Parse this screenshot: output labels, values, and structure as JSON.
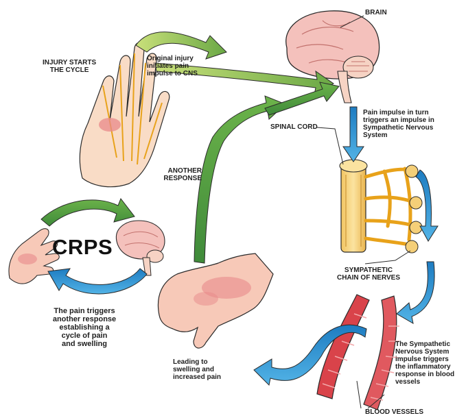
{
  "labels": {
    "injury_starts": [
      "INJURY STARTS",
      "THE CYCLE"
    ],
    "original_injury": [
      "Original injury",
      "initiates pain",
      "impulse to CNS"
    ],
    "brain": "BRAIN",
    "spinal_cord": "SPINAL CORD",
    "pain_impulse": [
      "Pain impulse in turn",
      "triggers an impulse in",
      "Sympathetic Nervous",
      "System"
    ],
    "another_response": [
      "ANOTHER",
      "RESPONSE"
    ],
    "crps": "CRPS",
    "sympathetic_chain": [
      "SYMPATHETIC",
      "CHAIN OF NERVES"
    ],
    "pain_triggers": [
      "The pain triggers",
      "another response",
      "establishing a",
      "cycle of pain",
      "and swelling"
    ],
    "leading_to": [
      "Leading to",
      "swelling and",
      "increased pain"
    ],
    "sympathetic_impulse": [
      "The Sympathetic",
      "Nervous System",
      "impulse triggers",
      "the inflammatory",
      "response in blood",
      "vessels"
    ],
    "blood_vessels": "BLOOD VESSELS"
  },
  "colors": {
    "green_arrow": "#5a9a3a",
    "green_arrow_light": "#b7d66a",
    "blue_arrow": "#2f8fd0",
    "skin": "#f7d9c6",
    "skin_red": "#e88a8a",
    "bone": "#f5cf78",
    "vessel": "#d9434a",
    "brain": "#f1b8b4"
  }
}
